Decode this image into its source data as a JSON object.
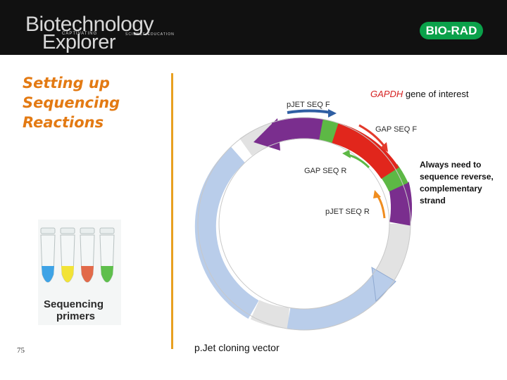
{
  "header": {
    "brand_line1": "Biotechnology",
    "brand_line2": "Explorer",
    "brand_tag_left": "CAPTIVATING",
    "brand_tag_right": "SCIENCE EDUCATION",
    "logo_text": "BIO-RAD"
  },
  "title": "Setting up Sequencing Reactions",
  "page_number": "75",
  "diagram": {
    "gene_label_italic": "GAPDH",
    "gene_label_rest": " gene of interest",
    "primers": {
      "pjet_f": "pJET SEQ F",
      "gap_f": "GAP SEQ F",
      "gap_r": "GAP SEQ R",
      "pjet_r": "pJET SEQ R"
    },
    "note": "Always need to sequence reverse, complementary strand",
    "caption": "p.Jet cloning vector",
    "colors": {
      "vector_light": "#b9cdea",
      "vector_grey": "#e2e2e2",
      "insert_purple": "#7a2e8e",
      "insert_red": "#e1261c",
      "insert_green": "#5db845",
      "primer_blue": "#2f5fa3",
      "primer_red": "#e33a2b",
      "primer_green": "#5db845",
      "primer_orange": "#f08d1f"
    }
  },
  "tubes": {
    "caption_line1": "Sequencing",
    "caption_line2": "primers",
    "colors": [
      "#3ea3e6",
      "#f2e337",
      "#e26a4a",
      "#5fbf4c"
    ]
  }
}
